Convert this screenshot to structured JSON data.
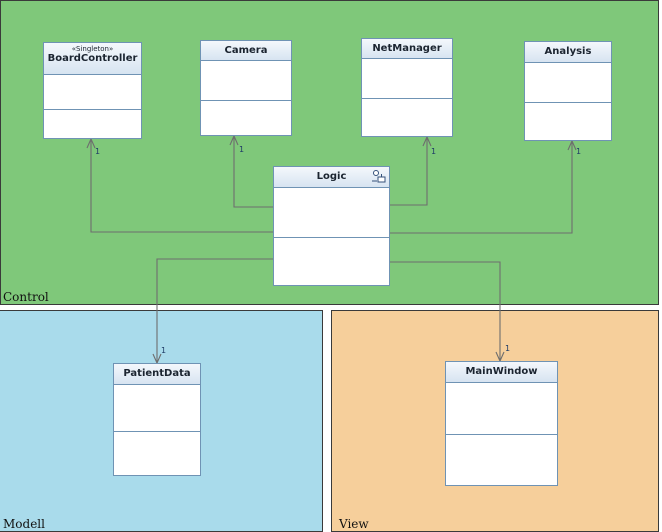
{
  "packages": {
    "control": {
      "label": "Control",
      "color": "#7fc87a"
    },
    "modell": {
      "label": "Modell",
      "color": "#a9dbeb"
    },
    "view": {
      "label": "View",
      "color": "#f6cf9b"
    }
  },
  "classes": {
    "board_controller": {
      "stereotype": "«Singleton»",
      "name": "BoardController"
    },
    "camera": {
      "name": "Camera"
    },
    "net_manager": {
      "name": "NetManager"
    },
    "analysis": {
      "name": "Analysis"
    },
    "logic": {
      "name": "Logic",
      "icon": "active-class-icon"
    },
    "patient_data": {
      "name": "PatientData"
    },
    "main_window": {
      "name": "MainWindow"
    }
  },
  "multiplicities": {
    "board_controller": "1",
    "camera": "1",
    "net_manager": "1",
    "analysis": "1",
    "patient_data": "1",
    "main_window": "1"
  },
  "colors": {
    "connector": "#6e6e6e",
    "class_border": "#6f93b4"
  }
}
